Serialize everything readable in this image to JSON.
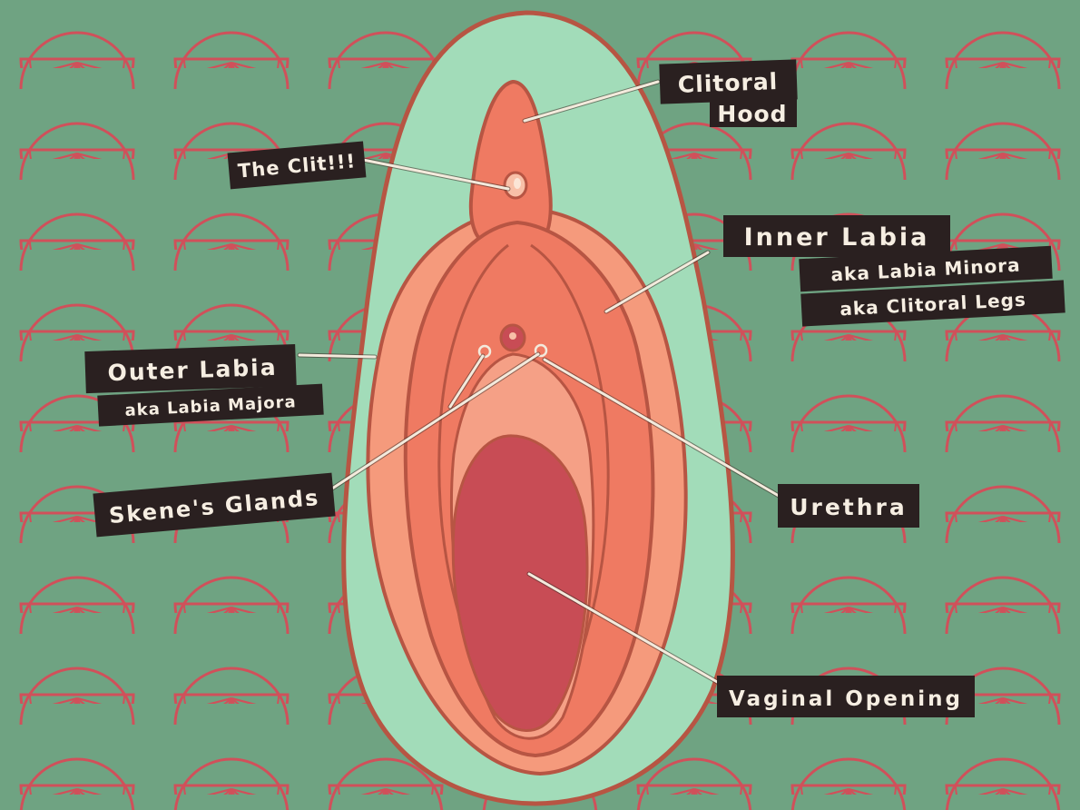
{
  "colors": {
    "background": "#6fa382",
    "pattern_line": "#d0505a",
    "outer_body": "#a2dcb9",
    "outline": "#b75543",
    "outer_labia": "#f59a7c",
    "inner_labia": "#ef7a62",
    "opening": "#c84c55",
    "label_bg": "#2a2020",
    "label_text": "#f6eee2"
  },
  "background_motif": "citrus-slice",
  "labels": {
    "clitoral_hood_line1": "Clitoral",
    "clitoral_hood_line2": "Hood",
    "clit": "The Clit!!!",
    "inner_labia": "Inner Labia",
    "inner_labia_aka1": "aka Labia Minora",
    "inner_labia_aka2": "aka Clitoral Legs",
    "outer_labia": "Outer Labia",
    "outer_labia_aka": "aka Labia Majora",
    "skenes_glands": "Skene's Glands",
    "urethra": "Urethra",
    "vaginal_opening": "Vaginal Opening"
  }
}
